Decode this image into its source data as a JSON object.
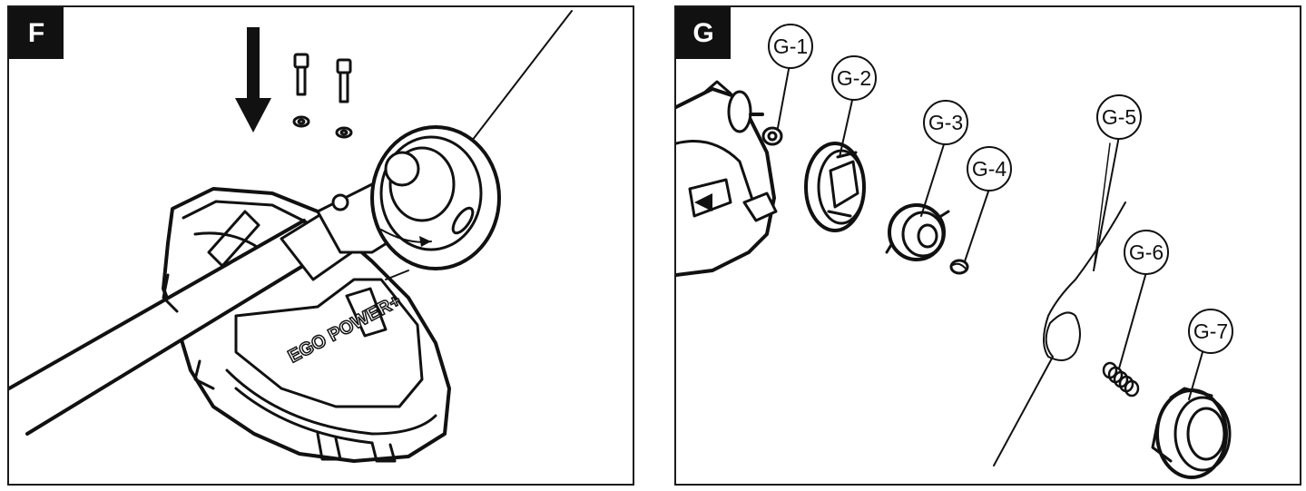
{
  "panels": [
    {
      "label": "F"
    },
    {
      "label": "G"
    }
  ],
  "logo": {
    "text": "EGO POWER+"
  },
  "callouts": [
    "G-1",
    "G-2",
    "G-3",
    "G-4",
    "G-5",
    "G-6",
    "G-7"
  ],
  "colors": {
    "line": "#111111",
    "background": "#ffffff"
  }
}
